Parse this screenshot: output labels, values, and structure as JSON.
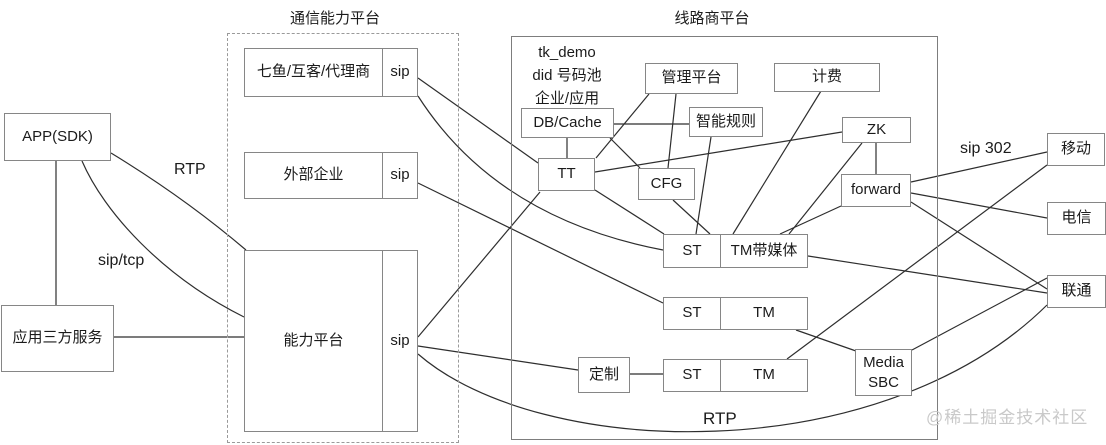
{
  "groups": {
    "comm": {
      "title": "通信能力平台"
    },
    "carrier": {
      "title": "线路商平台",
      "note1": "tk_demo",
      "note2": "did 号码池",
      "note3": "企业/应用"
    }
  },
  "nodes": {
    "app_sdk": {
      "label": "APP(SDK)"
    },
    "third_party": {
      "label": "应用三方服务"
    },
    "qiyu": {
      "label": "七鱼/互客/代理商",
      "port": "sip"
    },
    "waibu": {
      "label": "外部企业",
      "port": "sip"
    },
    "nengli": {
      "label": "能力平台",
      "port": "sip"
    },
    "guanli": {
      "label": "管理平台"
    },
    "jifei": {
      "label": "计费"
    },
    "dbcache": {
      "label": "DB/Cache"
    },
    "zhineng": {
      "label": "智能规则"
    },
    "zk": {
      "label": "ZK"
    },
    "tt": {
      "label": "TT"
    },
    "cfg": {
      "label": "CFG"
    },
    "forward": {
      "label": "forward"
    },
    "st_tm_media": {
      "left": "ST",
      "right": "TM带媒体"
    },
    "st_tm_plain": {
      "left": "ST",
      "right": "TM"
    },
    "dingzhi": {
      "label": "定制"
    },
    "st_tm_custom": {
      "left": "ST",
      "right": "TM"
    },
    "media_sbc": {
      "line1": "Media",
      "line2": "SBC"
    },
    "yidong": {
      "label": "移动"
    },
    "dianxin": {
      "label": "电信"
    },
    "liantong": {
      "label": "联通"
    }
  },
  "edge_labels": {
    "rtp_top": "RTP",
    "sip_tcp": "sip/tcp",
    "sip302": "sip 302",
    "rtp_bottom": "RTP"
  },
  "edges": [
    {
      "from": "app_sdk",
      "to": "third_party"
    },
    {
      "from": "app_sdk",
      "to": "nengli",
      "label": "RTP"
    },
    {
      "from": "app_sdk",
      "to": "nengli",
      "label": "sip/tcp"
    },
    {
      "from": "third_party",
      "to": "nengli"
    },
    {
      "from": "qiyu.sip",
      "to": "tt"
    },
    {
      "from": "qiyu.sip",
      "to": "st_tm_media"
    },
    {
      "from": "waibu.sip",
      "to": "st_tm_plain"
    },
    {
      "from": "nengli.sip",
      "to": "tt"
    },
    {
      "from": "nengli.sip",
      "to": "dingzhi"
    },
    {
      "from": "nengli.sip",
      "to": "liantong",
      "label": "RTP"
    },
    {
      "from": "dingzhi",
      "to": "st_tm_custom"
    },
    {
      "from": "dbcache",
      "to": "tt"
    },
    {
      "from": "dbcache",
      "to": "zhineng"
    },
    {
      "from": "dbcache",
      "to": "cfg"
    },
    {
      "from": "guanli",
      "to": "tt"
    },
    {
      "from": "guanli",
      "to": "cfg"
    },
    {
      "from": "tt",
      "to": "zk"
    },
    {
      "from": "tt",
      "to": "st_tm_media"
    },
    {
      "from": "zhineng",
      "to": "st_tm_media"
    },
    {
      "from": "cfg",
      "to": "st_tm_media"
    },
    {
      "from": "jifei",
      "to": "st_tm_media"
    },
    {
      "from": "zk",
      "to": "st_tm_media"
    },
    {
      "from": "zk",
      "to": "forward"
    },
    {
      "from": "forward",
      "to": "st_tm_media"
    },
    {
      "from": "forward",
      "to": "yidong",
      "label": "sip 302"
    },
    {
      "from": "forward",
      "to": "dianxin"
    },
    {
      "from": "forward",
      "to": "liantong"
    },
    {
      "from": "st_tm_media",
      "to": "liantong"
    },
    {
      "from": "st_tm_plain",
      "to": "media_sbc"
    },
    {
      "from": "st_tm_custom",
      "to": "yidong"
    },
    {
      "from": "media_sbc",
      "to": "liantong"
    }
  ],
  "watermark": "@稀土掘金技术社区",
  "colors": {
    "line": "#2e2e2e",
    "box_border": "#868686",
    "text": "#1b1b1b",
    "watermark": "#c9c9c9",
    "background": "#ffffff"
  }
}
